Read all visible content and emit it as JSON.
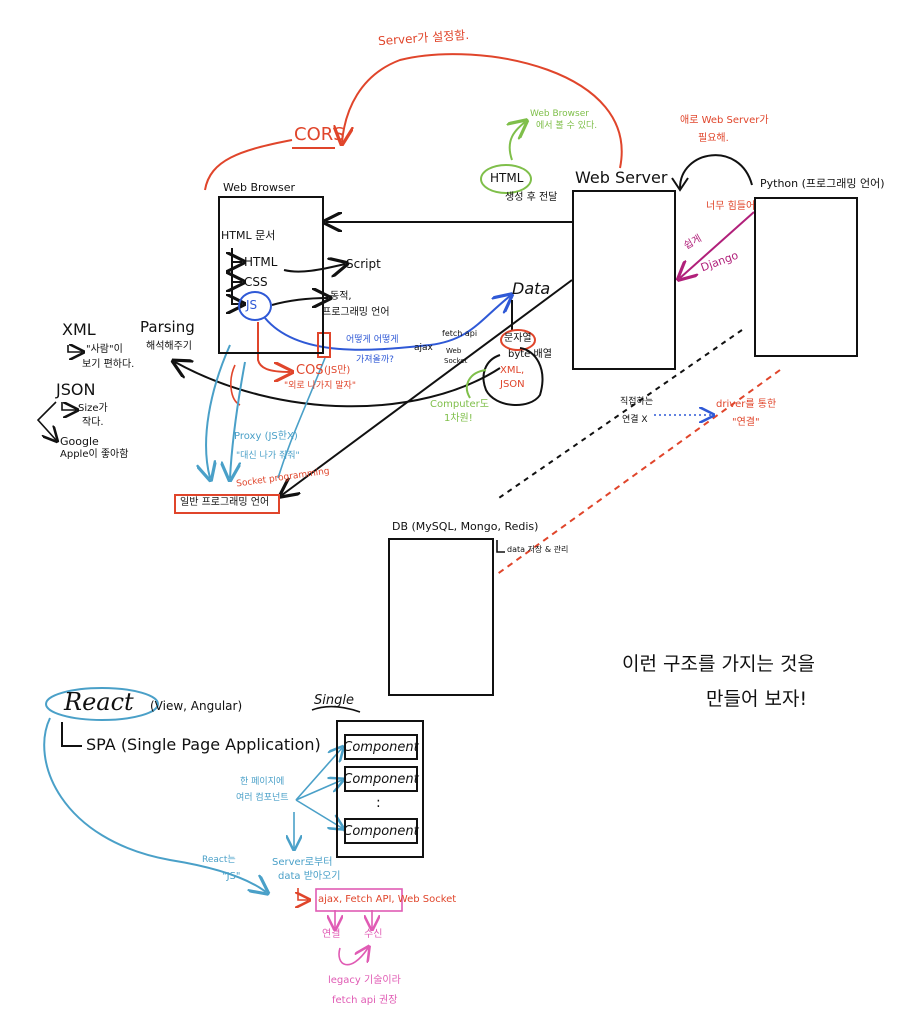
{
  "colors": {
    "ink": "#111111",
    "red": "#e0452b",
    "green": "#7fbf4a",
    "blue": "#2f59d6",
    "cyan": "#4aa0c8",
    "pink": "#e05bb4",
    "magenta": "#b1207a"
  },
  "top": {
    "server_setting": "Server가 설정함.",
    "cors": "CORS"
  },
  "html_note": {
    "title": "HTML",
    "sub": "생성 후 전달",
    "browser_note_1": "Web Browser",
    "browser_note_2": "에서 볼 수 있다."
  },
  "web_server": {
    "label": "Web Server",
    "browser_req_1": "애로 Web Server가",
    "browser_req_2": "필요해."
  },
  "python": {
    "label": "Python (프로그래밍 언어)",
    "too_hard": "너무 힘들어",
    "easy": "쉽게",
    "django": "Django"
  },
  "browser": {
    "label": "Web Browser",
    "doc": "HTML 문서",
    "html": "HTML",
    "css": "CSS",
    "js": "JS",
    "script": "Script",
    "dynamic": "동적,",
    "prog_lang": "프로그래밍 언어"
  },
  "data": {
    "label": "Data",
    "how_1": "어떻게 어떻게",
    "how_2": "가져올까?",
    "ajax": "ajax",
    "fetch_api": "fetch api",
    "web": "Web",
    "socket": "Socket",
    "string": "문자열",
    "byte": "byte 배열",
    "xml": "XML,",
    "json": "JSON",
    "computer_1": "Computer도",
    "computer_2": "1차원!"
  },
  "left": {
    "xml": "XML",
    "xml_note_1": "\"사람\"이",
    "xml_note_2": "보기 편하다.",
    "json": "JSON",
    "json_note_1": "Size가",
    "json_note_2": "작다.",
    "google": "Google",
    "apple": "Apple이 좋아함",
    "parsing": "Parsing",
    "parsing_sub": "해석해주기",
    "cos": "COS",
    "cos_sub": "(JS만)",
    "cos_note": "\"외로 나가지 말자\"",
    "proxy": "Proxy (JS한X)",
    "proxy_note": "\"대신 나가 줘줘\"",
    "socket": "Socket programming",
    "general": "일반 프로그래밍 언어"
  },
  "db": {
    "label": "DB (MySQL, Mongo, Redis)",
    "note": "data 저장 & 관리",
    "direct_1": "직접하는",
    "direct_2": "연결 X",
    "driver_1": "driver를 통한",
    "driver_2": "\"연결\""
  },
  "caption": {
    "line1": "이런 구조를 가지는 것을",
    "line2": "만들어 보자!"
  },
  "react": {
    "title": "React",
    "alts": "(View, Angular)",
    "spa": "SPA (Single Page Application)",
    "single": "Single",
    "component": "Component",
    "dots": ":",
    "one_page_1": "한 페이지에",
    "one_page_2": "여러 컴포넌트",
    "react_is": "React는",
    "react_js": "\"JS\"",
    "server_1": "Server로부터",
    "server_2": "data 받아오기",
    "tech": "ajax, Fetch API, Web Socket",
    "connect": "연결",
    "receive": "수신",
    "legacy_1": "legacy 기술이라",
    "legacy_2": "fetch api 권장"
  }
}
